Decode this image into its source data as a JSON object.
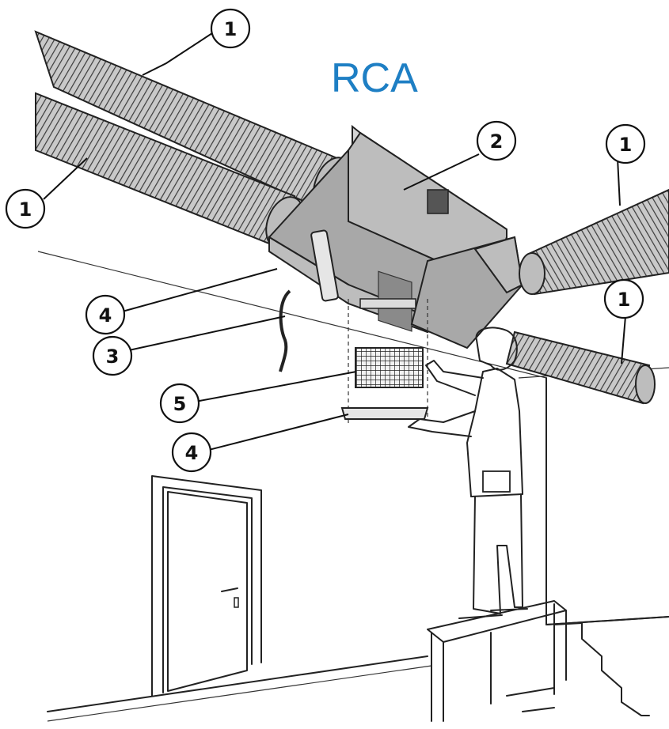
{
  "title": "RCA",
  "callouts": [
    {
      "id": "duct-upper-left",
      "label": "1"
    },
    {
      "id": "duct-lower-left",
      "label": "1"
    },
    {
      "id": "duct-right-upper",
      "label": "1"
    },
    {
      "id": "duct-right-lower",
      "label": "1"
    },
    {
      "id": "unit",
      "label": "2"
    },
    {
      "id": "cable",
      "label": "3"
    },
    {
      "id": "cover-upper",
      "label": "4"
    },
    {
      "id": "cover-lower",
      "label": "4"
    },
    {
      "id": "filter",
      "label": "5"
    }
  ],
  "colors": {
    "title": "#1e7fc4",
    "line": "#222222",
    "unit_gray": "#bdbdbd",
    "duct_gray": "#9a9a9a"
  }
}
